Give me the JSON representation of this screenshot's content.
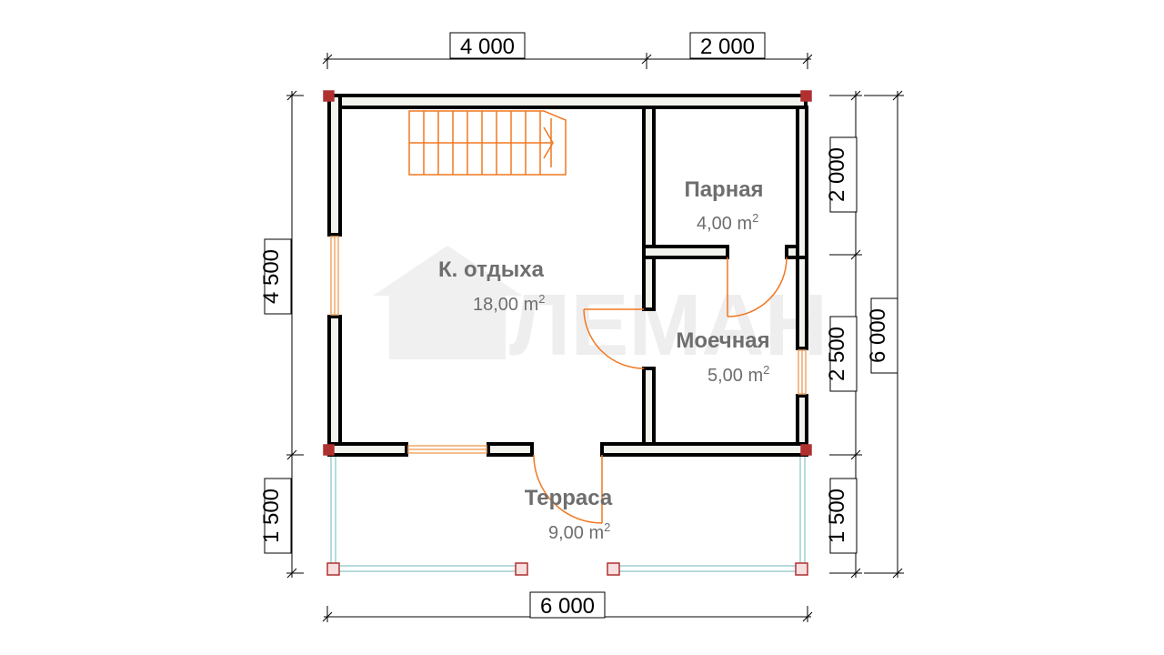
{
  "dimensions": {
    "top_left": "4 000",
    "top_right": "2 000",
    "bottom": "6 000",
    "left_upper": "4 500",
    "left_lower": "1 500",
    "right_upper": "2 000",
    "right_middle": "2 500",
    "right_lower": "1 500",
    "right_total": "6 000"
  },
  "rooms": {
    "rest": {
      "name": "К. отдыха",
      "area": "18,00",
      "unit": "m",
      "sup": "2"
    },
    "steam": {
      "name": "Парная",
      "area": "4,00",
      "unit": "m",
      "sup": "2"
    },
    "wash": {
      "name": "Моечная",
      "area": "5,00",
      "unit": "m",
      "sup": "2"
    },
    "terrace": {
      "name": "Терраса",
      "area": "9,00",
      "unit": "m",
      "sup": "2"
    }
  },
  "watermark": {
    "text": "ЛЕМАН"
  },
  "colors": {
    "wall": "#000000",
    "wall_fill": "#f3f3ee",
    "door": "#f07820",
    "window": "#f0a868",
    "post": "#b03030",
    "terrace_rail": "#9fcfd0",
    "dim_line": "#000000",
    "text": "#6e6e6e"
  }
}
